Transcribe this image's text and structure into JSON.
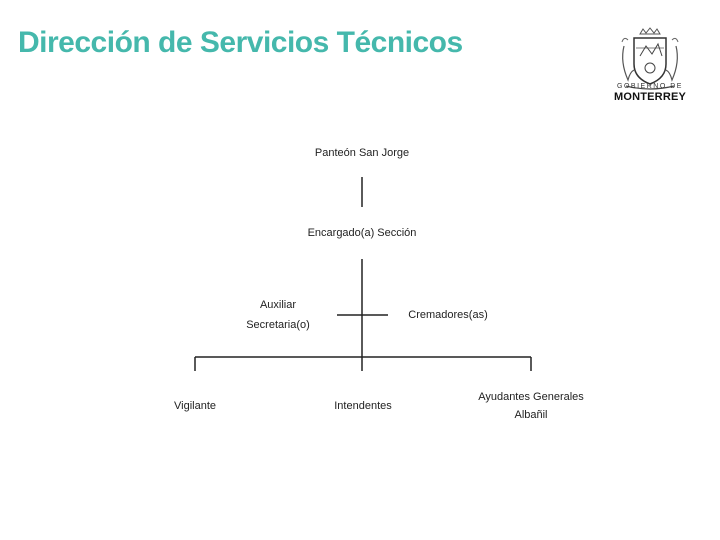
{
  "header": {
    "title": "Dirección de Servicios Técnicos",
    "title_color": "#45b8ac"
  },
  "logo": {
    "icon": "monterrey-coat-of-arms-icon",
    "sub": "GOBIERNO DE",
    "main": "MONTERREY"
  },
  "org": {
    "root": "Panteón San Jorge",
    "manager": "Encargado(a) Sección",
    "assistant_line1": "Auxiliar",
    "assistant_line2": "Secretaria(o)",
    "cremators": "Cremadores(as)",
    "guard": "Vigilante",
    "intendants": "Intendentes",
    "helpers_line1": "Ayudantes Generales",
    "helpers_line2": "Albañil"
  }
}
